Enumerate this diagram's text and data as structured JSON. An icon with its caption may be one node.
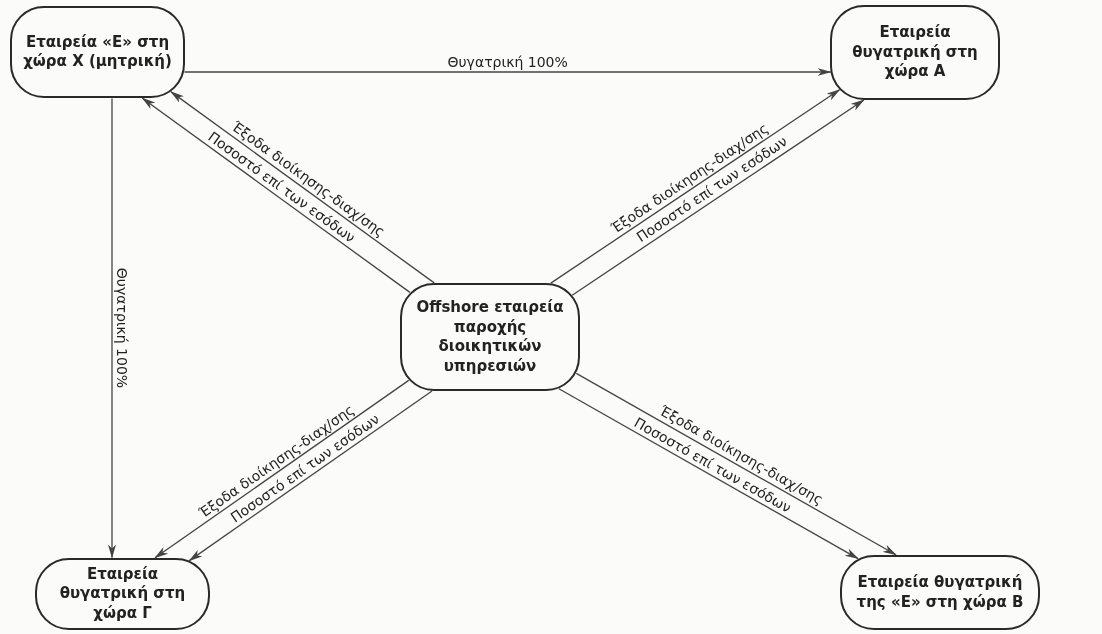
{
  "diagram": {
    "nodes": [
      {
        "text": [
          "Εταιρεία «Ε» στη χώρα Χ (μητρική)"
        ]
      },
      {
        "text": [
          "Εταιρεία θυγατρική στη χώρα Α"
        ]
      },
      {
        "text": [
          "Offshore εταιρεία παροχής διοικητικών υπηρεσιών"
        ]
      },
      {
        "text": [
          "Εταιρεία θυγατρική στη χώρα Γ"
        ]
      },
      {
        "text": [
          "Εταιρεία θυγατρική της «Ε» στη χώρα Β"
        ]
      }
    ],
    "edges": [
      {
        "from": 0,
        "to": 1,
        "arrow": "to",
        "label": "Θυγατρική 100%"
      },
      {
        "from": 0,
        "to": 3,
        "arrow": "to",
        "label": "Θυγατρική 100%"
      },
      {
        "from": 2,
        "to": 0,
        "arrow": "to",
        "label": "Έξοδα διοίκησης-διαχ/σης"
      },
      {
        "from": 2,
        "to": 0,
        "arrow": "to",
        "label": "Ποσοστό επί των εσόδων"
      },
      {
        "from": 2,
        "to": 1,
        "arrow": "to",
        "label": "Έξοδα διοίκησης-διαχ/σης"
      },
      {
        "from": 2,
        "to": 1,
        "arrow": "to",
        "label": "Ποσοστό επί των εσόδων"
      },
      {
        "from": 2,
        "to": 3,
        "arrow": "to",
        "label": "Έξοδα διοίκησης-διαχ/σης"
      },
      {
        "from": 2,
        "to": 3,
        "arrow": "to",
        "label": "Ποσοστό επί των εσόδων"
      },
      {
        "from": 2,
        "to": 4,
        "arrow": "to",
        "label": "Έξοδα διοίκησης-διαχ/σης"
      },
      {
        "from": 2,
        "to": 4,
        "arrow": "to",
        "label": "Ποσοστό επί των εσόδων"
      }
    ]
  }
}
